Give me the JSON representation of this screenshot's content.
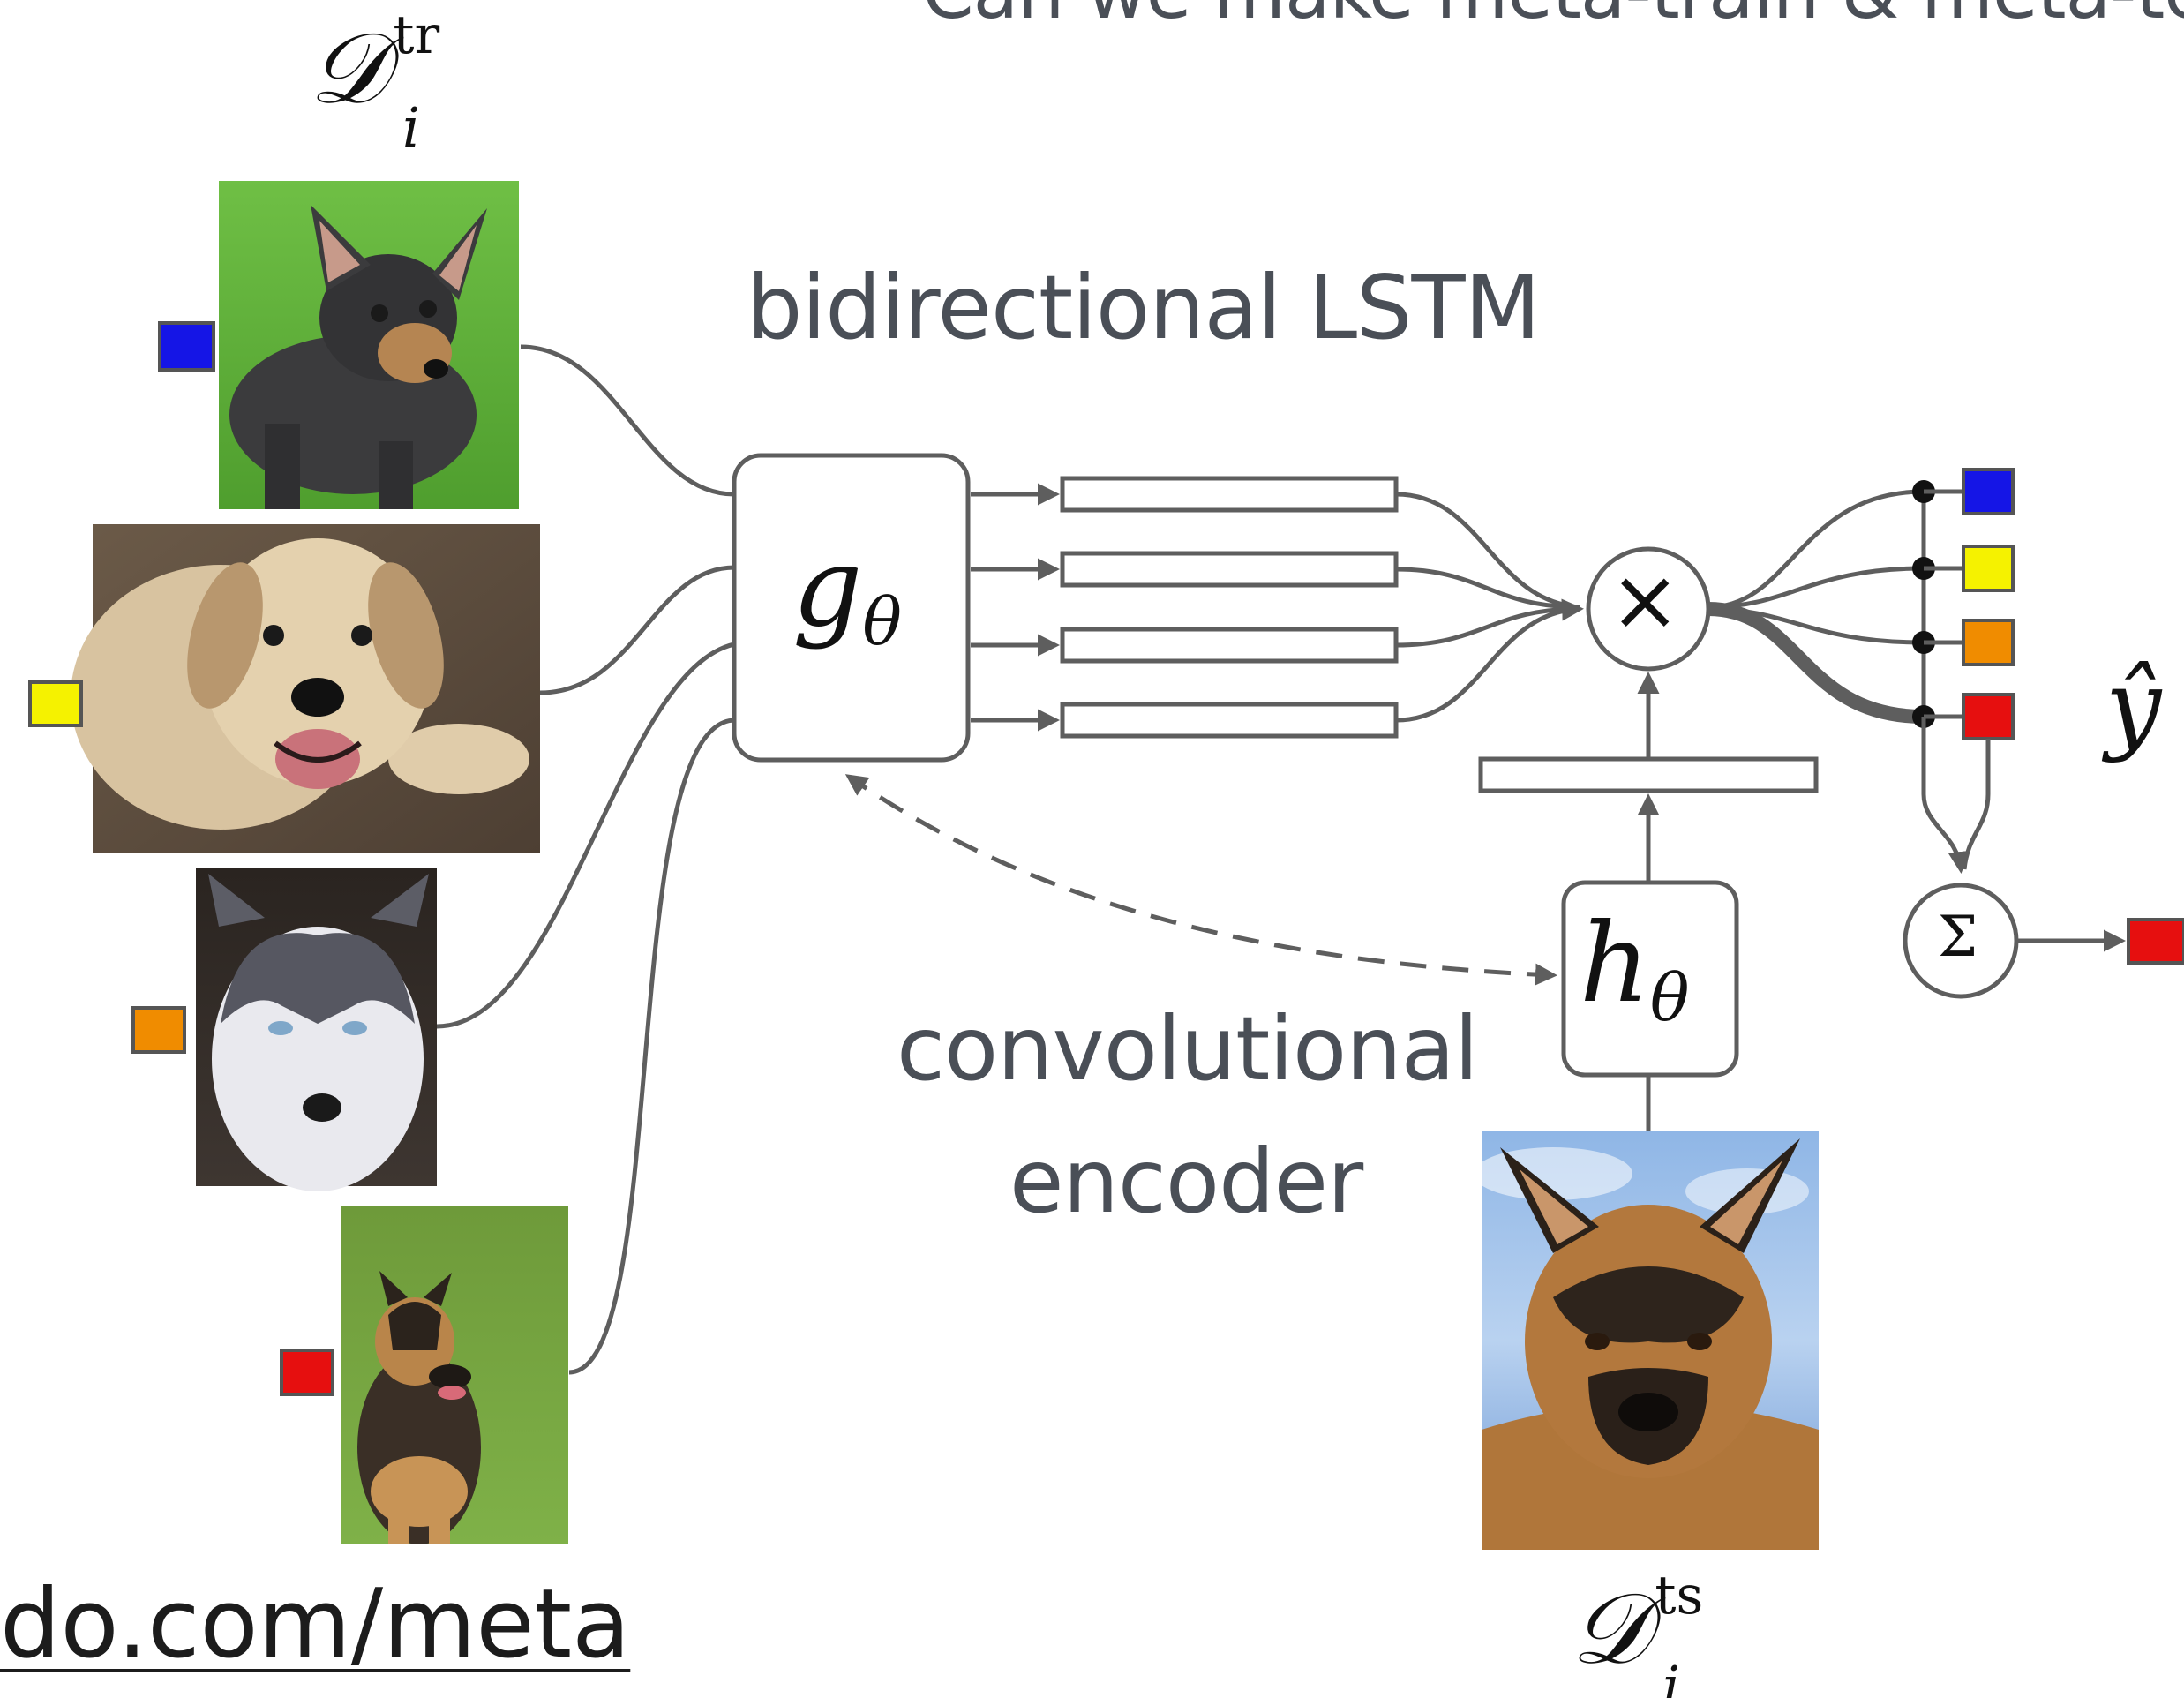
{
  "header": {
    "title": "Can we make meta-train & meta-test match?"
  },
  "labels": {
    "support_set": {
      "base": "𝒟",
      "sub": "i",
      "sup": "tr"
    },
    "query_set": {
      "base": "𝒟",
      "sub": "i",
      "sup": "ts"
    },
    "lstm": "bidirectional LSTM",
    "encoder_line1": "convolutional",
    "encoder_line2": "encoder",
    "g_module": {
      "base": "g",
      "sub": "θ"
    },
    "h_module": {
      "base": "h",
      "sub": "θ"
    },
    "product_symbol": "×",
    "sum_symbol": "Σ",
    "y_hat": "ŷ"
  },
  "footer": {
    "url": "do.com/meta"
  },
  "support_images": [
    {
      "name": "chihuahua",
      "label_color": "#1515e6"
    },
    {
      "name": "labrador",
      "label_color": "#f5f200"
    },
    {
      "name": "husky",
      "label_color": "#f08c00"
    },
    {
      "name": "german-shepherd",
      "label_color": "#e60f0f"
    }
  ],
  "query_image": {
    "name": "german-shepherd-query"
  },
  "output_colors": [
    "#1515e6",
    "#f5f200",
    "#f08c00",
    "#e60f0f"
  ],
  "prediction_color": "#e60f0f",
  "colors": {
    "line": "#5e5e5e",
    "text": "#4a4f57",
    "math": "#111111"
  }
}
